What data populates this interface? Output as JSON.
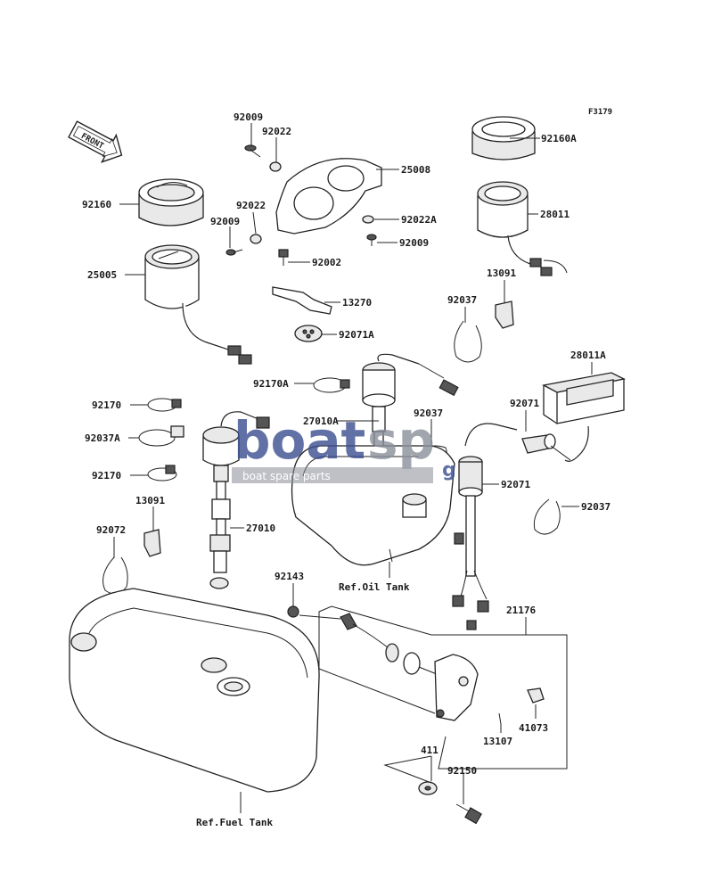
{
  "figure_code": "F3179",
  "front_label": "FRONT",
  "watermark": {
    "brand_left": "boat",
    "brand_right": "sp",
    "suffix": "g",
    "tagline": "boat spare parts"
  },
  "parts": {
    "p92009_top": "92009",
    "p92022_top": "92022",
    "p25008": "25008",
    "p92160A": "92160A",
    "p92160": "92160",
    "p92022_mid": "92022",
    "p92009_mid": "92009",
    "p92022A": "92022A",
    "p28011": "28011",
    "p92009_right": "92009",
    "p25005": "25005",
    "p92002": "92002",
    "p13091_top": "13091",
    "p13270": "13270",
    "p92037_top": "92037",
    "p92071A": "92071A",
    "p28011A": "28011A",
    "p92170A": "92170A",
    "p92170_top": "92170",
    "p27010A": "27010A",
    "p92037_mid": "92037",
    "p92071_top": "92071",
    "p92037A": "92037A",
    "p92170_bot": "92170",
    "p92071_bot": "92071",
    "p13091_bot": "13091",
    "p92037_right": "92037",
    "p92072": "92072",
    "p27010": "27010",
    "p92143": "92143",
    "p21176": "21176",
    "p41073": "41073",
    "p13107": "13107",
    "p411": "411",
    "p92150": "92150"
  },
  "refs": {
    "oil_tank": "Ref.Oil Tank",
    "fuel_tank": "Ref.Fuel Tank"
  },
  "colors": {
    "line": "#222222",
    "watermark_blue": "#3a4d8f",
    "watermark_grey": "#8a8f99"
  }
}
